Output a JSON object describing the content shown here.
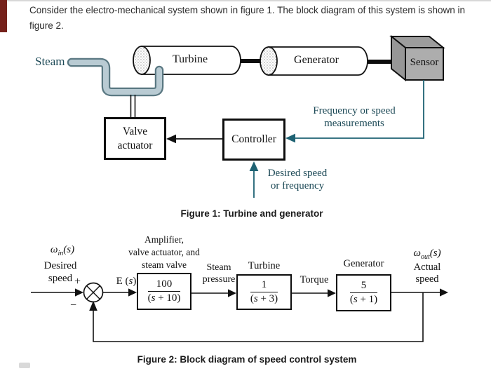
{
  "intro": {
    "text": "Consider the electro-mechanical system shown in figure 1. The block diagram of this system is shown in figure 2."
  },
  "figure1": {
    "caption": "Figure 1: Turbine and generator",
    "labels": {
      "steam": "Steam",
      "turbine": "Turbine",
      "generator": "Generator",
      "sensor": "Sensor",
      "valve_actuator": "Valve\nactuator",
      "controller": "Controller",
      "frequency_measurements": "Frequency or speed\nmeasurements",
      "desired_speed": "Desired speed\nor frequency"
    }
  },
  "figure2": {
    "caption": "Figure 2: Block diagram of speed control system",
    "input": {
      "omega_base": "ω",
      "omega_sub": "in",
      "omega_args": "(s)",
      "label": "Desired\nspeed"
    },
    "output": {
      "omega_base": "ω",
      "omega_sub": "out",
      "omega_args": "(s)",
      "label": "Actual\nspeed"
    },
    "summing": {
      "plus": "+",
      "minus": "−"
    },
    "error": {
      "pre": "E (",
      "var": "s",
      "post": ")"
    },
    "blocks": [
      {
        "title": "Amplifier,\nvalve actuator, and\nsteam valve",
        "num": "100",
        "den_pre": "(",
        "den_var": "s",
        "den_post": " + 10)"
      },
      {
        "title": "Turbine",
        "num": "1",
        "den_pre": "(",
        "den_var": "s",
        "den_post": " + 3)"
      },
      {
        "title": "Generator",
        "num": "5",
        "den_pre": "(",
        "den_var": "s",
        "den_post": " + 1)"
      }
    ],
    "signals": {
      "steam_pressure": "Steam\npressure",
      "torque": "Torque"
    }
  },
  "colors": {
    "teal_text": "#1c4956",
    "teal_arrow": "#1e6273",
    "pipe_fill": "#b9cbd3",
    "pipe_outline": "#5a7882",
    "sensor_front": "#adadad",
    "sensor_top": "#9d9d9d",
    "sensor_side": "#979797",
    "red_bar": "#75211b"
  }
}
